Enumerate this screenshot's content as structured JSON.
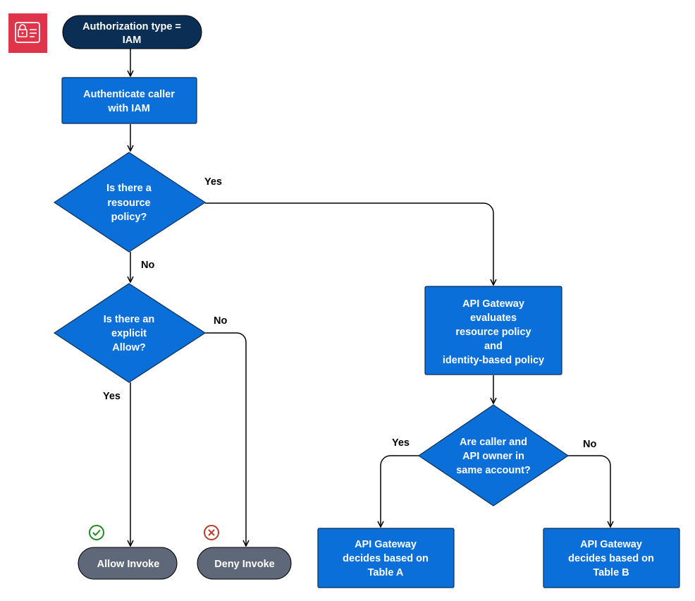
{
  "colors": {
    "box_fill": "#0a6fd8",
    "box_stroke": "#0b2e55",
    "start_fill": "#0b2e55",
    "end_fill": "#5e6878",
    "header_icon_bg": "#e0344a",
    "allow_icon": "#1f8a1f",
    "deny_icon": "#c0392b"
  },
  "header": {
    "icon": "lock-id-card-icon"
  },
  "nodes": {
    "start": [
      "Authorization type =",
      "IAM"
    ],
    "authenticate": [
      "Authenticate caller",
      "with IAM"
    ],
    "resource_policy_q": [
      "Is there a",
      "resource",
      "policy?"
    ],
    "explicit_allow_q": [
      "Is there an",
      "explicit",
      "Allow?"
    ],
    "evaluates": [
      "API Gateway",
      "evaluates",
      "resource policy",
      "and",
      "identity-based policy"
    ],
    "same_account_q": [
      "Are caller and",
      "API owner in",
      "same account?"
    ],
    "allow_invoke": "Allow Invoke",
    "deny_invoke": "Deny Invoke",
    "table_a": [
      "API Gateway",
      "decides based on",
      "Table A"
    ],
    "table_b": [
      "API Gateway",
      "decides based on",
      "Table B"
    ]
  },
  "edges": {
    "resource_yes": "Yes",
    "resource_no": "No",
    "allow_no": "No",
    "allow_yes": "Yes",
    "same_yes": "Yes",
    "same_no": "No"
  },
  "status_icons": {
    "allow": "check-circle-icon",
    "deny": "x-circle-icon"
  }
}
